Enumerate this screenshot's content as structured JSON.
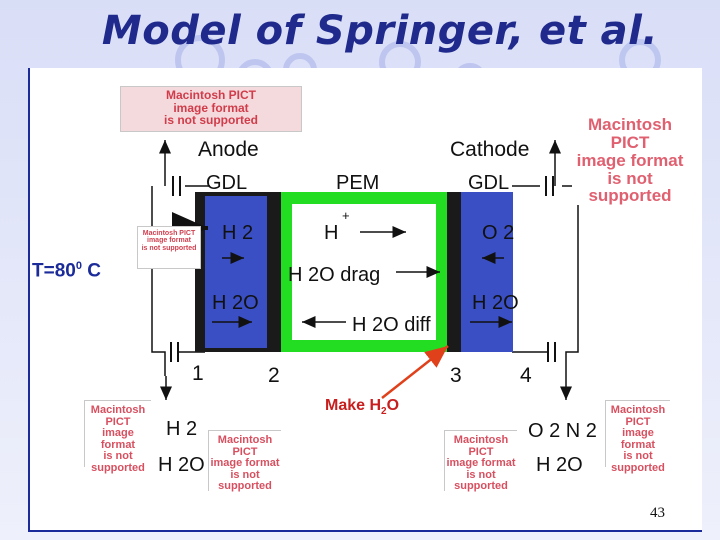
{
  "title": "Model of Springer, et al.",
  "pict_placeholder": [
    "Macintosh PICT",
    "image format",
    "is not supported"
  ],
  "labels": {
    "anode": "Anode",
    "cathode": "Cathode",
    "gdl_left": "GDL",
    "pem": "PEM",
    "gdl_right": "GDL",
    "h2_left": "H 2",
    "h_plus": "H",
    "h_plus_sup": "+",
    "o2": "O 2",
    "h2o_drag": "H 2O drag",
    "h2o_left": "H 2O",
    "h2o_diff": "H 2O diff",
    "h2o_right": "H 2O",
    "node_1": "1",
    "node_2": "2",
    "node_3": "3",
    "node_4": "4",
    "bottom_h2": "H 2",
    "bottom_h2o_left": "H 2O",
    "bottom_o2n2": "O 2 N 2",
    "bottom_h2o_right": "H 2O"
  },
  "temperature": {
    "text": "T=80",
    "sup": "0",
    "unit": " C"
  },
  "make_water": {
    "text": "Make H",
    "sub": "2",
    "tail": "O"
  },
  "page_number": "43",
  "colors": {
    "title": "#1f2a8c",
    "gdl_fill": "#3a4fc4",
    "pem_fill": "#22dd22",
    "electrode": "#1a1a1a",
    "arrow_red": "#e0401a",
    "temp_text": "#1b2b9a",
    "make_text": "#c81e1e"
  }
}
